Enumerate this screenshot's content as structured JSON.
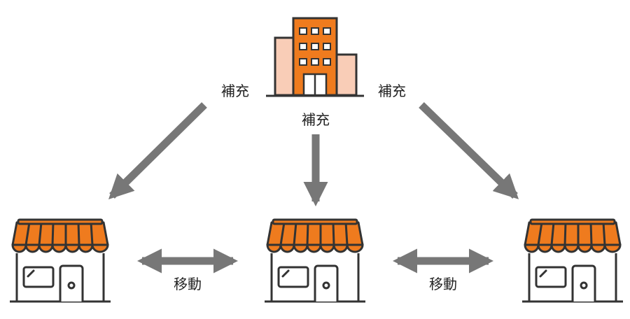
{
  "labels": {
    "supply_left": "補充",
    "supply_right": "補充",
    "supply_center": "補充",
    "move_left": "移動",
    "move_right": "移動"
  },
  "colors": {
    "orange": "#ef7b1e",
    "building_light": "#f9cdb7",
    "outline": "#333333",
    "arrow": "#777777",
    "window_fill": "#ffffff"
  },
  "icons": {
    "headquarters": "office-building-icon",
    "store": "storefront-icon"
  }
}
